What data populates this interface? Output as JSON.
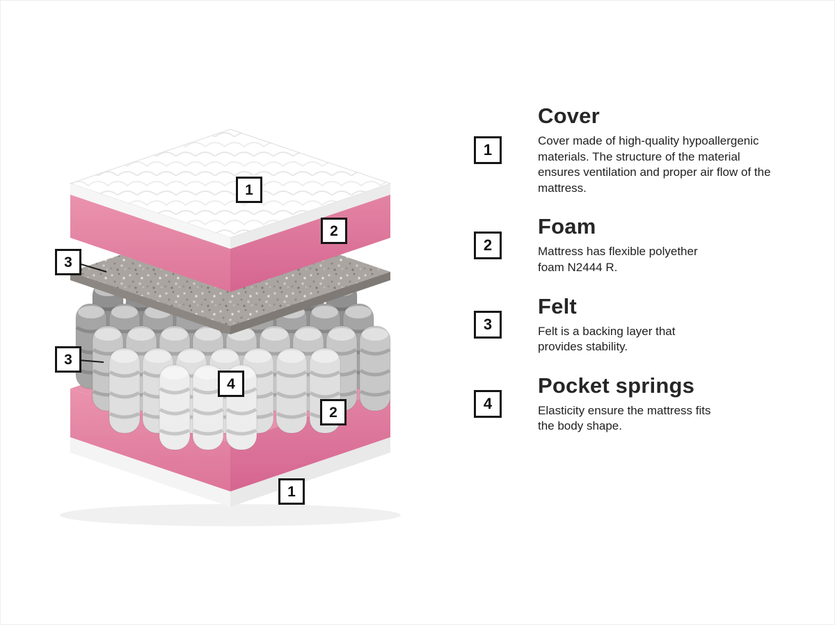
{
  "diagram": {
    "alt": "Exploded isometric view of mattress layers",
    "colors": {
      "pink_light": "#ea93ae",
      "pink_dark": "#d56590",
      "felt_grey": "#aaa5a1",
      "spring_dark": "#909090",
      "spring_light": "#ededed",
      "cover_white": "#ffffff"
    },
    "markers": [
      {
        "id": "cover-top",
        "label": "1"
      },
      {
        "id": "foam-top",
        "label": "2"
      },
      {
        "id": "felt-upper",
        "label": "3"
      },
      {
        "id": "felt-lower",
        "label": "3"
      },
      {
        "id": "springs",
        "label": "4"
      },
      {
        "id": "foam-bottom",
        "label": "2"
      },
      {
        "id": "cover-bottom",
        "label": "1"
      }
    ]
  },
  "legend": {
    "items": [
      {
        "number": "1",
        "title": "Cover",
        "description": "Cover made of high-quality hypoallergenic materials. The structure of the material ensures ventilation and proper air flow of the mattress."
      },
      {
        "number": "2",
        "title": "Foam",
        "description": "Mattress has flexible polyether foam N2444 R."
      },
      {
        "number": "3",
        "title": "Felt",
        "description": "Felt is a backing layer that provides stability."
      },
      {
        "number": "4",
        "title": "Pocket springs",
        "description": "Elasticity ensure the mattress fits the body shape."
      }
    ]
  }
}
